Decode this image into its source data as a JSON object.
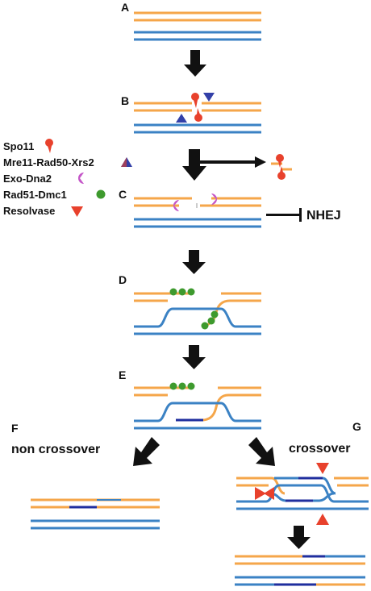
{
  "panel_labels": {
    "a": "A",
    "b": "B",
    "c": "C",
    "d": "D",
    "e": "E",
    "f": "F",
    "g": "G"
  },
  "legend": {
    "spo11": "Spo11",
    "mrx": "Mre11-Rad50-Xrs2",
    "exo": "Exo-Dna2",
    "rad51": "Rad51-Dmc1",
    "resolvase": "Resolvase"
  },
  "labels": {
    "nhej": "NHEJ",
    "non_crossover": "non crossover",
    "crossover": "crossover"
  },
  "colors": {
    "orange_strand": "#F5A64A",
    "blue_strand": "#3B82C4",
    "dark_blue_segment": "#1F2E9E",
    "spo11_red": "#E8412C",
    "mrx_blue": "#3340A8",
    "exo_magenta": "#C456C8",
    "rad51_green": "#3E9A2E",
    "resolvase_red": "#E8412C",
    "arrow_black": "#111111"
  }
}
